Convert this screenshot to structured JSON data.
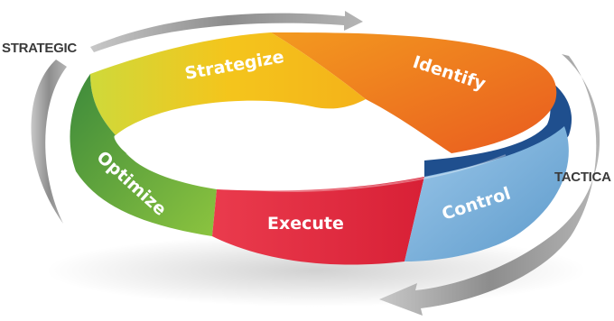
{
  "labels": {
    "strategic": "STRATEGIC",
    "tactical": "TACTICA"
  },
  "segments": {
    "strategize": "Strategize",
    "identify": "Identify",
    "control": "Control",
    "execute": "Execute",
    "optimize": "Optimize"
  },
  "colors": {
    "strategize": "#f2c21b",
    "identify": "#ee6a1e",
    "control": "#6aaad6",
    "execute": "#e32b3f",
    "optimize": "#3f8f3c",
    "arrow": "#9a9a9a"
  }
}
